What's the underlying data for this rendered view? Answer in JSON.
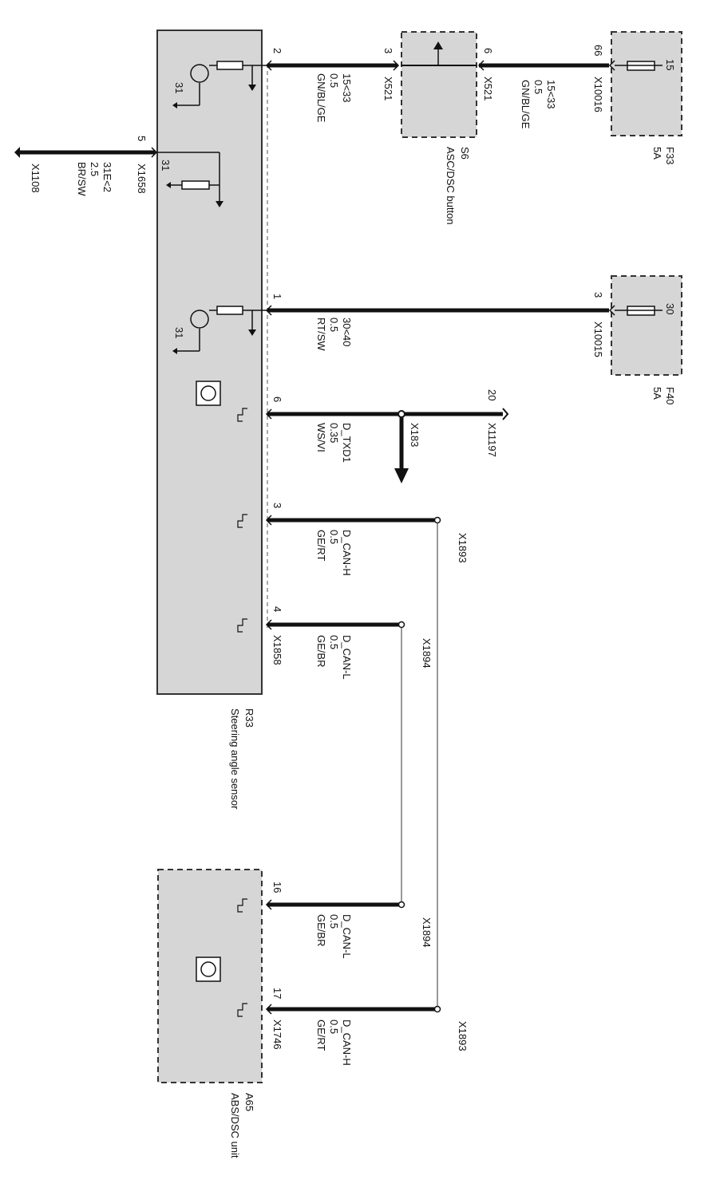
{
  "components": {
    "r33": {
      "ref": "R33",
      "name": "Steering angle sensor",
      "connector": "X1858",
      "connector_top": "X1658"
    },
    "a65": {
      "ref": "A65",
      "name": "ABS/DSC unit",
      "connector": "X1746"
    },
    "s6": {
      "ref": "S6",
      "name": "ASC/DSC button",
      "conn_left": "X521",
      "conn_right": "X521",
      "pin_left": "3",
      "pin_right": "6"
    },
    "f33": {
      "ref": "F33",
      "rating": "5A",
      "terminal": "15",
      "connector": "X10016",
      "pin": "66"
    },
    "f40": {
      "ref": "F40",
      "rating": "5A",
      "terminal": "30",
      "connector": "X10015",
      "pin": "3"
    }
  },
  "pins": {
    "p2": "2",
    "p1": "1",
    "p6": "6",
    "p3": "3",
    "p4": "4",
    "p5": "5",
    "p20": "20",
    "p16": "16",
    "p17": "17",
    "g31a": "31",
    "g31b": "31",
    "g31c": "31"
  },
  "wires": {
    "w2": {
      "line1": "15<33",
      "line2": "0.5",
      "line3": "GN/BL/GE"
    },
    "w2b": {
      "line1": "15<33",
      "line2": "0.5",
      "line3": "GN/BL/GE"
    },
    "w5": {
      "line1": "31E<2",
      "line2": "2.5",
      "line3": "BR/SW",
      "end": "X1108"
    },
    "w1": {
      "line1": "30<40",
      "line2": "0.5",
      "line3": "RT/SW"
    },
    "w6": {
      "line1": "D_TXD1",
      "line2": "0.35",
      "line3": "WS/VI",
      "splice": "X183",
      "end": "X11197"
    },
    "w3": {
      "line1": "D_CAN-H",
      "line2": "0.5",
      "line3": "GE/RT",
      "splice": "X1893"
    },
    "w4": {
      "line1": "D_CAN-L",
      "line2": "0.5",
      "line3": "GE/BR",
      "splice": "X1894"
    },
    "w16": {
      "line1": "D_CAN-L",
      "line2": "0.5",
      "line3": "GE/BR",
      "splice": "X1894"
    },
    "w17": {
      "line1": "D_CAN-H",
      "line2": "0.5",
      "line3": "GE/RT",
      "splice": "X1893"
    }
  }
}
